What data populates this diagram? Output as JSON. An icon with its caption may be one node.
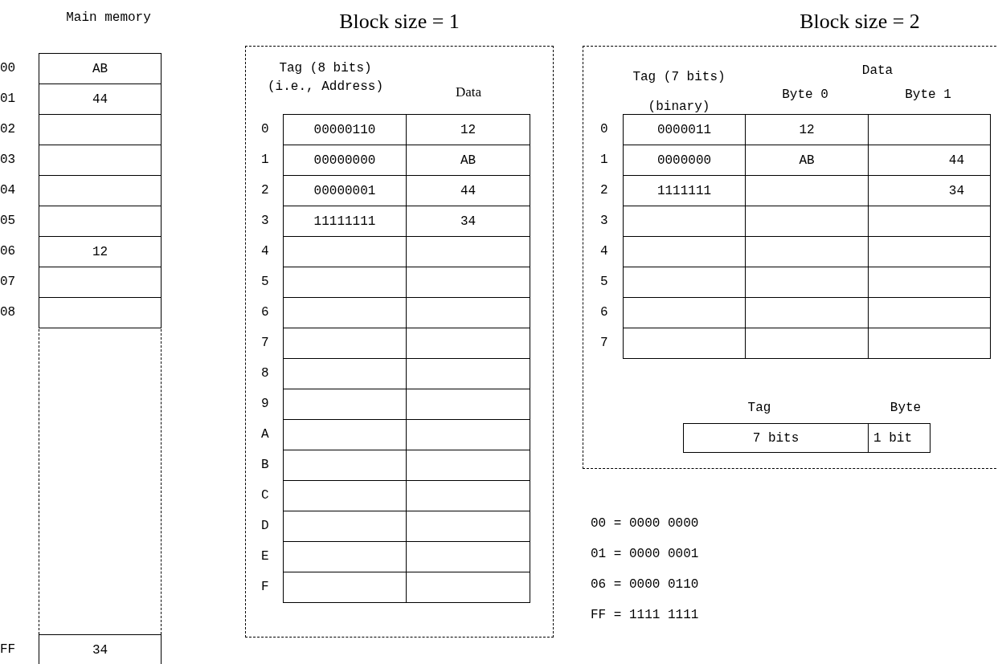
{
  "diagram": {
    "nodes": [
      {
        "text": [
          "Block size = 1"
        ]
      },
      {
        "text": [
          "Block size = 2"
        ]
      }
    ],
    "labels": [
      "Main memory",
      "00",
      "AB",
      "01",
      "44",
      "02",
      "03",
      "04",
      "05",
      "06",
      "12",
      "07",
      "08",
      "FF",
      "34",
      "Tag (8 bits) (i.e., Address)",
      "Data",
      "0",
      "00000110",
      "12",
      "1",
      "00000000",
      "AB",
      "2",
      "00000001",
      "44",
      "3",
      "11111111",
      "34",
      "4",
      "5",
      "6",
      "7",
      "8",
      "9",
      "A",
      "B",
      "C",
      "D",
      "E",
      "F",
      "Tag (7 bits) (binary)",
      "Data",
      "Byte 0",
      "Byte 1",
      "0",
      "0000011",
      "12",
      "1",
      "0000000",
      "AB",
      "44",
      "2",
      "1111111",
      "34",
      "3",
      "4",
      "5",
      "6",
      "7",
      "Tag",
      "Byte",
      "7 bits",
      "1 bit",
      "00 = 0000 0000",
      "01 = 0000 0001",
      "06 = 0000 0110",
      "FF = 1111 1111"
    ]
  }
}
